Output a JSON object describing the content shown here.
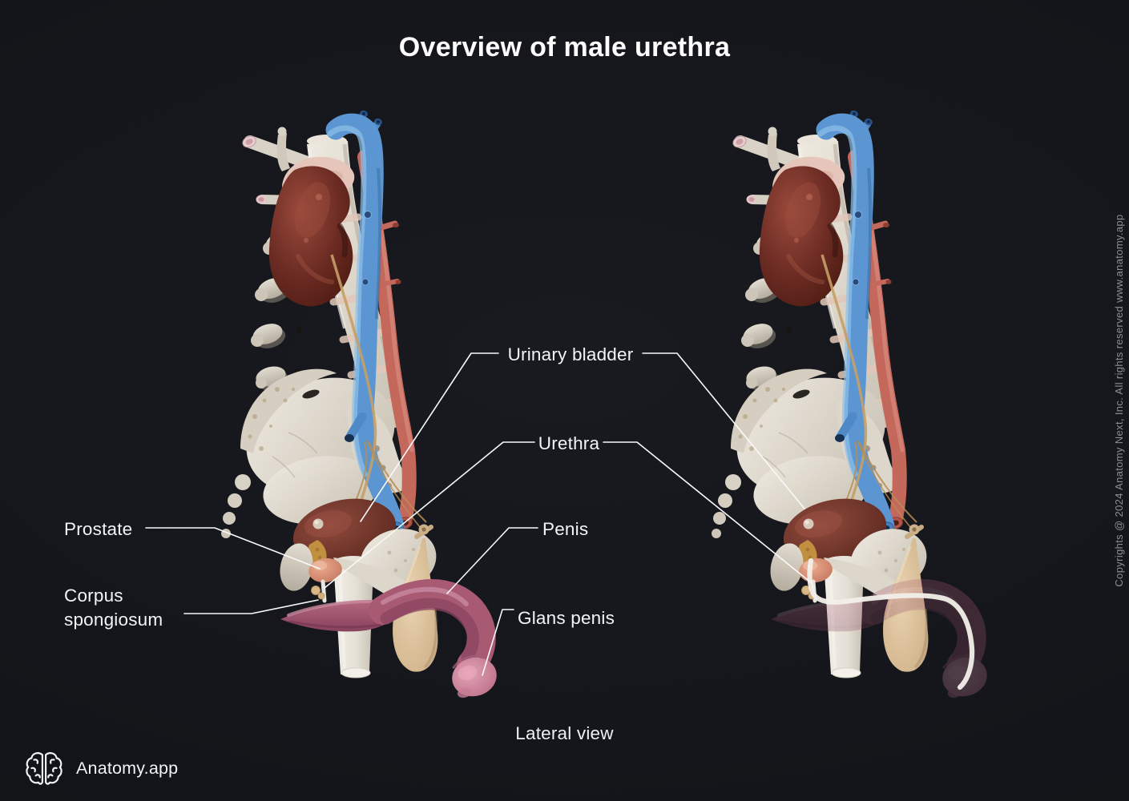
{
  "title": "Overview of male urethra",
  "view_caption": "Lateral view",
  "brand": {
    "name": "Anatomy.app",
    "icon": "brain-icon"
  },
  "copyright": "Copyrights @ 2024 Anatomy Next, Inc. All rights reserved www.anatomy.app",
  "labels": {
    "urinary_bladder": "Urinary bladder",
    "urethra": "Urethra",
    "prostate": "Prostate",
    "corpus_spongiosum": "Corpus spongiosum",
    "penis": "Penis",
    "glans_penis": "Glans penis"
  },
  "colors": {
    "background": "#14161b",
    "label_text": "#f3f4f6",
    "leader_line": "#f9f9f9",
    "muted_text": "#8b8e96",
    "bone": "#ddd6ca",
    "kidney": "#6d2d26",
    "adrenal": "#e6c6ba",
    "vein_blue": "#5b96d2",
    "artery_red": "#c4685c",
    "bladder": "#6e352a",
    "seminal_vesicle": "#c09040",
    "prostate": "#d88f76",
    "penis_pink": "#a85a72",
    "glans_pink": "#d490a7",
    "scrotum_tan": "#d8bf9c",
    "urethra_white": "#f2efe9"
  }
}
